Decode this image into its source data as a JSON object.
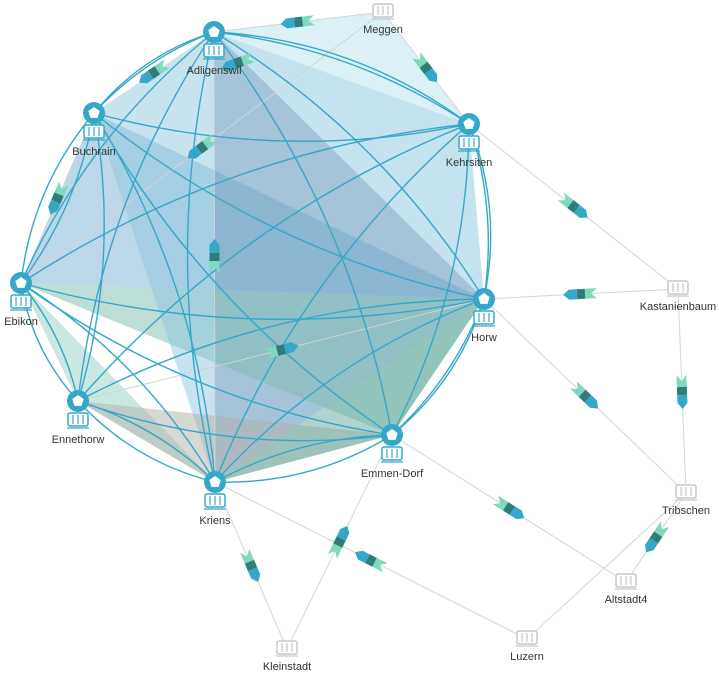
{
  "nodes": {
    "main": [
      "Adligenswil",
      "Buchrain",
      "Kehrsiten",
      "Ebikon",
      "Horw",
      "Ennethorw",
      "Emmen-Dorf",
      "Kriens"
    ],
    "secondary": [
      "Meggen",
      "Kastanienbaum",
      "Tribschen",
      "Altstadt4",
      "Luzern",
      "Kleinstadt"
    ]
  },
  "edges": [
    [
      "Adligenswil",
      "Meggen"
    ],
    [
      "Kehrsiten",
      "Meggen"
    ],
    [
      "Ebikon",
      "Meggen"
    ],
    [
      "Kastanienbaum",
      "Kehrsiten"
    ],
    [
      "Horw",
      "Kastanienbaum"
    ],
    [
      "Tribschen",
      "Kastanienbaum"
    ],
    [
      "Tribschen",
      "Horw"
    ],
    [
      "Altstadt4",
      "Tribschen"
    ],
    [
      "Luzern",
      "Tribschen"
    ],
    [
      "Altstadt4",
      "Emmen-Dorf"
    ],
    [
      "Kriens",
      "Luzern"
    ],
    [
      "Kleinstadt",
      "Kriens"
    ],
    [
      "Emmen-Dorf",
      "Kleinstadt"
    ],
    [
      "Ennethorw",
      "Horw"
    ],
    [
      "Adligenswil",
      "Kriens"
    ]
  ],
  "arrow_edges": [
    [
      "Adligenswil",
      "Meggen"
    ],
    [
      "Kehrsiten",
      "Meggen"
    ],
    [
      "Kastanienbaum",
      "Kehrsiten"
    ],
    [
      "Horw",
      "Kastanienbaum"
    ],
    [
      "Tribschen",
      "Kastanienbaum"
    ],
    [
      "Tribschen",
      "Horw"
    ],
    [
      "Altstadt4",
      "Tribschen"
    ],
    [
      "Altstadt4",
      "Emmen-Dorf"
    ],
    [
      "Kleinstadt",
      "Kriens"
    ],
    [
      "Emmen-Dorf",
      "Kleinstadt"
    ],
    [
      "Kriens",
      "Luzern"
    ],
    [
      "Horw",
      "Ennethorw"
    ],
    [
      "Adligenswil",
      "Kriens"
    ],
    [
      "Ebikon",
      "Meggen"
    ],
    [
      "Ebikon",
      "Buchrain"
    ],
    [
      "Buchrain",
      "Adligenswil"
    ],
    [
      "Buchrain",
      "Meggen"
    ]
  ],
  "colors": {
    "main": "#35a8c9",
    "edge": "#35a8c9",
    "secondary": "#c8c8c8",
    "arrow_head": "#35a8c9",
    "arrow_mid": "#2f7d78",
    "arrow_tail": "#7fd9bd"
  }
}
